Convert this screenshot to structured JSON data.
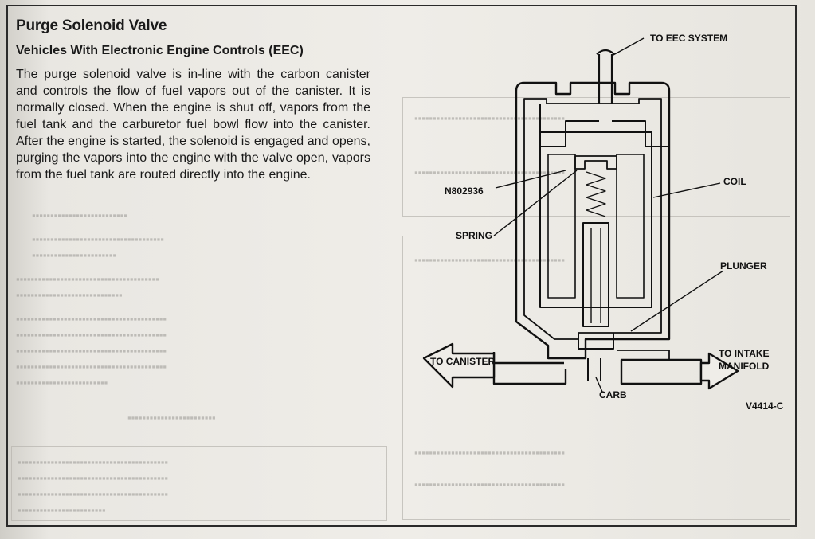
{
  "section": {
    "title": "Purge Solenoid Valve",
    "subtitle": "Vehicles With Electronic Engine Controls (EEC)",
    "body": "The purge solenoid valve is in-line with the carbon canister and controls the flow of fuel vapors out of the canister. It is normally closed. When the engine is shut off, vapors from the fuel tank and the carburetor fuel bowl flow into the canister. After the engine is started, the solenoid is engaged and opens, purging the vapors into the engine with the valve open, vapors from the fuel tank are routed directly into the engine."
  },
  "diagram": {
    "labels": {
      "to_eec": "TO EEC SYSTEM",
      "coil": "COIL",
      "part_number": "N802936",
      "spring": "SPRING",
      "plunger": "PLUNGER",
      "to_canister": "TO CANISTER",
      "to_intake_1": "TO INTAKE",
      "to_intake_2": "MANIFOLD",
      "carb": "CARB",
      "figure_id": "V4414-C"
    }
  },
  "colors": {
    "ink": "#1a1a1a",
    "paper": "#efede8",
    "bleed": "#9a9894"
  }
}
